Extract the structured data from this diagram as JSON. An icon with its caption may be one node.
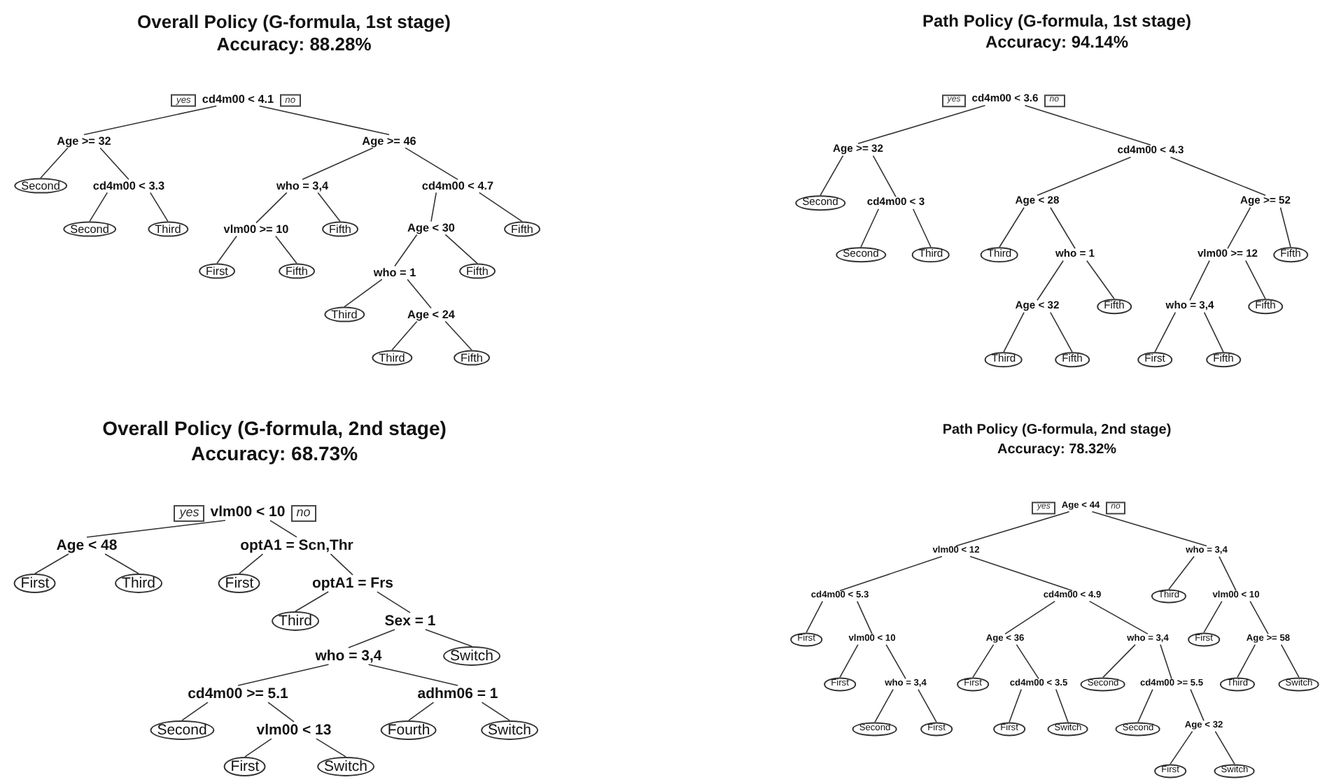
{
  "diagram": {
    "nodes": [
      {
        "text": [
          "cd4m00 < 4.1"
        ]
      },
      {
        "text": [
          "Age >= 32"
        ]
      },
      {
        "text": [
          "Second"
        ]
      },
      {
        "text": [
          "cd4m00 < 3.3"
        ]
      },
      {
        "text": [
          "Second"
        ]
      },
      {
        "text": [
          "Third"
        ]
      },
      {
        "text": [
          "Age >= 46"
        ]
      },
      {
        "text": [
          "who = 3,4"
        ]
      },
      {
        "text": [
          "vlm00 >= 10"
        ]
      },
      {
        "text": [
          "First"
        ]
      },
      {
        "text": [
          "Fifth"
        ]
      },
      {
        "text": [
          "Fifth"
        ]
      },
      {
        "text": [
          "cd4m00 < 4.7"
        ]
      },
      {
        "text": [
          "Age < 30"
        ]
      },
      {
        "text": [
          "who = 1"
        ]
      },
      {
        "text": [
          "Third"
        ]
      },
      {
        "text": [
          "Age < 24"
        ]
      },
      {
        "text": [
          "Third"
        ]
      },
      {
        "text": [
          "Fifth"
        ]
      },
      {
        "text": [
          "Fifth"
        ]
      },
      {
        "text": [
          "Fifth"
        ]
      },
      {
        "text": [
          "cd4m00 < 3.6"
        ]
      },
      {
        "text": [
          "Age >= 32"
        ]
      },
      {
        "text": [
          "Second"
        ]
      },
      {
        "text": [
          "cd4m00 < 3"
        ]
      },
      {
        "text": [
          "Second"
        ]
      },
      {
        "text": [
          "Third"
        ]
      },
      {
        "text": [
          "cd4m00 < 4.3"
        ]
      },
      {
        "text": [
          "Age < 28"
        ]
      },
      {
        "text": [
          "Third"
        ]
      },
      {
        "text": [
          "who = 1"
        ]
      },
      {
        "text": [
          "Age < 32"
        ]
      },
      {
        "text": [
          "Third"
        ]
      },
      {
        "text": [
          "Fifth"
        ]
      },
      {
        "text": [
          "Fifth"
        ]
      },
      {
        "text": [
          "Age >= 52"
        ]
      },
      {
        "text": [
          "vlm00 >= 12"
        ]
      },
      {
        "text": [
          "who = 3,4"
        ]
      },
      {
        "text": [
          "First"
        ]
      },
      {
        "text": [
          "Fifth"
        ]
      },
      {
        "text": [
          "Fifth"
        ]
      },
      {
        "text": [
          "Fifth"
        ]
      },
      {
        "text": [
          "vlm00 < 10"
        ]
      },
      {
        "text": [
          "Age < 48"
        ]
      },
      {
        "text": [
          "First"
        ]
      },
      {
        "text": [
          "Third"
        ]
      },
      {
        "text": [
          "optA1 = Scn,Thr"
        ]
      },
      {
        "text": [
          "First"
        ]
      },
      {
        "text": [
          "optA1 = Frs"
        ]
      },
      {
        "text": [
          "Third"
        ]
      },
      {
        "text": [
          "Sex = 1"
        ]
      },
      {
        "text": [
          "who = 3,4"
        ]
      },
      {
        "text": [
          "cd4m00 >= 5.1"
        ]
      },
      {
        "text": [
          "Second"
        ]
      },
      {
        "text": [
          "vlm00 < 13"
        ]
      },
      {
        "text": [
          "First"
        ]
      },
      {
        "text": [
          "Switch"
        ]
      },
      {
        "text": [
          "adhm06 = 1"
        ]
      },
      {
        "text": [
          "Fourth"
        ]
      },
      {
        "text": [
          "Switch"
        ]
      },
      {
        "text": [
          "Switch"
        ]
      },
      {
        "text": [
          "Age < 44"
        ]
      },
      {
        "text": [
          "vlm00 < 12"
        ]
      },
      {
        "text": [
          "cd4m00 < 5.3"
        ]
      },
      {
        "text": [
          "First"
        ]
      },
      {
        "text": [
          "vlm00 < 10"
        ]
      },
      {
        "text": [
          "First"
        ]
      },
      {
        "text": [
          "who = 3,4"
        ]
      },
      {
        "text": [
          "Second"
        ]
      },
      {
        "text": [
          "First"
        ]
      },
      {
        "text": [
          "cd4m00 < 4.9"
        ]
      },
      {
        "text": [
          "Age < 36"
        ]
      },
      {
        "text": [
          "First"
        ]
      },
      {
        "text": [
          "cd4m00 < 3.5"
        ]
      },
      {
        "text": [
          "First"
        ]
      },
      {
        "text": [
          "Switch"
        ]
      },
      {
        "text": [
          "who = 3,4"
        ]
      },
      {
        "text": [
          "Second"
        ]
      },
      {
        "text": [
          "cd4m00 >= 5.5"
        ]
      },
      {
        "text": [
          "Second"
        ]
      },
      {
        "text": [
          "Age < 32"
        ]
      },
      {
        "text": [
          "First"
        ]
      },
      {
        "text": [
          "Switch"
        ]
      },
      {
        "text": [
          "who = 3,4"
        ]
      },
      {
        "text": [
          "Third"
        ]
      },
      {
        "text": [
          "vlm00 < 10"
        ]
      },
      {
        "text": [
          "First"
        ]
      },
      {
        "text": [
          "Age >= 58"
        ]
      },
      {
        "text": [
          "Third"
        ]
      },
      {
        "text": [
          "Switch"
        ]
      }
    ],
    "edges": [
      {
        "from": 0,
        "to": 1,
        "arrow": "none",
        "label": "yes"
      },
      {
        "from": 0,
        "to": 6,
        "arrow": "none",
        "label": "no"
      },
      {
        "from": 1,
        "to": 2,
        "arrow": "none"
      },
      {
        "from": 1,
        "to": 3,
        "arrow": "none"
      },
      {
        "from": 3,
        "to": 4,
        "arrow": "none"
      },
      {
        "from": 3,
        "to": 5,
        "arrow": "none"
      },
      {
        "from": 6,
        "to": 7,
        "arrow": "none"
      },
      {
        "from": 6,
        "to": 12,
        "arrow": "none"
      },
      {
        "from": 7,
        "to": 8,
        "arrow": "none"
      },
      {
        "from": 7,
        "to": 11,
        "arrow": "none"
      },
      {
        "from": 8,
        "to": 9,
        "arrow": "none"
      },
      {
        "from": 8,
        "to": 10,
        "arrow": "none"
      },
      {
        "from": 12,
        "to": 13,
        "arrow": "none"
      },
      {
        "from": 12,
        "to": 20,
        "arrow": "none"
      },
      {
        "from": 13,
        "to": 14,
        "arrow": "none"
      },
      {
        "from": 13,
        "to": 19,
        "arrow": "none"
      },
      {
        "from": 14,
        "to": 15,
        "arrow": "none"
      },
      {
        "from": 14,
        "to": 16,
        "arrow": "none"
      },
      {
        "from": 16,
        "to": 17,
        "arrow": "none"
      },
      {
        "from": 16,
        "to": 18,
        "arrow": "none"
      },
      {
        "from": 21,
        "to": 22,
        "arrow": "none",
        "label": "yes"
      },
      {
        "from": 21,
        "to": 27,
        "arrow": "none",
        "label": "no"
      },
      {
        "from": 22,
        "to": 23,
        "arrow": "none"
      },
      {
        "from": 22,
        "to": 24,
        "arrow": "none"
      },
      {
        "from": 24,
        "to": 25,
        "arrow": "none"
      },
      {
        "from": 24,
        "to": 26,
        "arrow": "none"
      },
      {
        "from": 27,
        "to": 28,
        "arrow": "none"
      },
      {
        "from": 27,
        "to": 35,
        "arrow": "none"
      },
      {
        "from": 28,
        "to": 29,
        "arrow": "none"
      },
      {
        "from": 28,
        "to": 30,
        "arrow": "none"
      },
      {
        "from": 30,
        "to": 31,
        "arrow": "none"
      },
      {
        "from": 30,
        "to": 34,
        "arrow": "none"
      },
      {
        "from": 31,
        "to": 32,
        "arrow": "none"
      },
      {
        "from": 31,
        "to": 33,
        "arrow": "none"
      },
      {
        "from": 35,
        "to": 36,
        "arrow": "none"
      },
      {
        "from": 35,
        "to": 41,
        "arrow": "none"
      },
      {
        "from": 36,
        "to": 37,
        "arrow": "none"
      },
      {
        "from": 36,
        "to": 40,
        "arrow": "none"
      },
      {
        "from": 37,
        "to": 38,
        "arrow": "none"
      },
      {
        "from": 37,
        "to": 39,
        "arrow": "none"
      },
      {
        "from": 42,
        "to": 43,
        "arrow": "none",
        "label": "yes"
      },
      {
        "from": 42,
        "to": 46,
        "arrow": "none",
        "label": "no"
      },
      {
        "from": 43,
        "to": 44,
        "arrow": "none"
      },
      {
        "from": 43,
        "to": 45,
        "arrow": "none"
      },
      {
        "from": 46,
        "to": 47,
        "arrow": "none"
      },
      {
        "from": 46,
        "to": 48,
        "arrow": "none"
      },
      {
        "from": 48,
        "to": 49,
        "arrow": "none"
      },
      {
        "from": 48,
        "to": 50,
        "arrow": "none"
      },
      {
        "from": 50,
        "to": 51,
        "arrow": "none"
      },
      {
        "from": 50,
        "to": 60,
        "arrow": "none"
      },
      {
        "from": 51,
        "to": 52,
        "arrow": "none"
      },
      {
        "from": 51,
        "to": 57,
        "arrow": "none"
      },
      {
        "from": 52,
        "to": 53,
        "arrow": "none"
      },
      {
        "from": 52,
        "to": 54,
        "arrow": "none"
      },
      {
        "from": 54,
        "to": 55,
        "arrow": "none"
      },
      {
        "from": 54,
        "to": 56,
        "arrow": "none"
      },
      {
        "from": 57,
        "to": 58,
        "arrow": "none"
      },
      {
        "from": 57,
        "to": 59,
        "arrow": "none"
      },
      {
        "from": 61,
        "to": 62,
        "arrow": "none",
        "label": "yes"
      },
      {
        "from": 61,
        "to": 83,
        "arrow": "none",
        "label": "no"
      },
      {
        "from": 62,
        "to": 63,
        "arrow": "none"
      },
      {
        "from": 62,
        "to": 70,
        "arrow": "none"
      },
      {
        "from": 63,
        "to": 64,
        "arrow": "none"
      },
      {
        "from": 63,
        "to": 65,
        "arrow": "none"
      },
      {
        "from": 65,
        "to": 66,
        "arrow": "none"
      },
      {
        "from": 65,
        "to": 67,
        "arrow": "none"
      },
      {
        "from": 67,
        "to": 68,
        "arrow": "none"
      },
      {
        "from": 67,
        "to": 69,
        "arrow": "none"
      },
      {
        "from": 70,
        "to": 71,
        "arrow": "none"
      },
      {
        "from": 70,
        "to": 76,
        "arrow": "none"
      },
      {
        "from": 71,
        "to": 72,
        "arrow": "none"
      },
      {
        "from": 71,
        "to": 73,
        "arrow": "none"
      },
      {
        "from": 73,
        "to": 74,
        "arrow": "none"
      },
      {
        "from": 73,
        "to": 75,
        "arrow": "none"
      },
      {
        "from": 76,
        "to": 77,
        "arrow": "none"
      },
      {
        "from": 76,
        "to": 78,
        "arrow": "none"
      },
      {
        "from": 78,
        "to": 79,
        "arrow": "none"
      },
      {
        "from": 78,
        "to": 80,
        "arrow": "none"
      },
      {
        "from": 80,
        "to": 81,
        "arrow": "none"
      },
      {
        "from": 80,
        "to": 82,
        "arrow": "none"
      },
      {
        "from": 83,
        "to": 84,
        "arrow": "none"
      },
      {
        "from": 83,
        "to": 85,
        "arrow": "none"
      },
      {
        "from": 85,
        "to": 86,
        "arrow": "none"
      },
      {
        "from": 85,
        "to": 87,
        "arrow": "none"
      },
      {
        "from": 87,
        "to": 88,
        "arrow": "none"
      },
      {
        "from": 87,
        "to": 89,
        "arrow": "none"
      }
    ],
    "labels": [
      "Overall Policy (G-formula, 1st stage)",
      "Accuracy: 88.28%",
      "Path Policy (G-formula, 1st stage)",
      "Accuracy: 94.14%",
      "Overall Policy (G-formula, 2nd stage)",
      "Accuracy: 68.73%",
      "Path Policy (G-formula, 2nd stage)",
      "Accuracy: 78.32%"
    ]
  }
}
